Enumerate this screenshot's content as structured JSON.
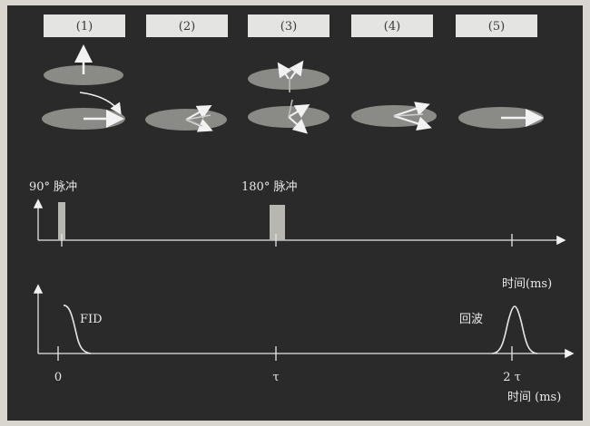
{
  "stages": [
    "(1)",
    "(2)",
    "(3)",
    "(4)",
    "(5)"
  ],
  "pulse_labels": {
    "p90": "90° 脉冲",
    "p180": "180° 脉冲"
  },
  "top_axis": {
    "time_label": "时间(ms)"
  },
  "signal": {
    "fid_label": "FID",
    "echo_label": "回波"
  },
  "bottom_axis": {
    "tick_0": "0",
    "tick_tau": "τ",
    "tick_2tau": "2 τ",
    "time_label": "时间 (ms)"
  },
  "colors": {
    "background": "#2a2a2b",
    "disk": "#8a8a86",
    "arrow": "#f2f2f2",
    "line": "#e6e6e6",
    "pulse": "#b8b6b0"
  }
}
